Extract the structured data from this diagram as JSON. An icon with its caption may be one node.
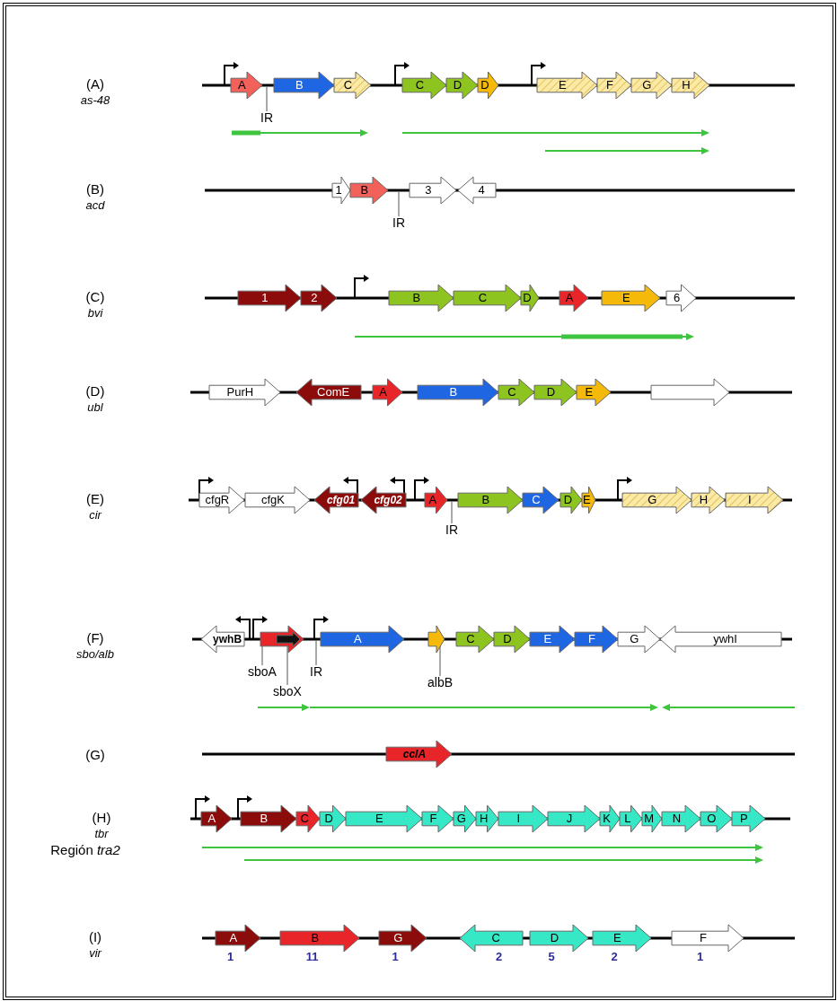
{
  "diagram": {
    "nodes": [
      {
        "text": [
          "A"
        ]
      },
      {
        "text": [
          "B"
        ]
      },
      {
        "text": [
          "C"
        ]
      },
      {
        "text": [
          "C"
        ]
      },
      {
        "text": [
          "D"
        ]
      },
      {
        "text": [
          "D"
        ]
      },
      {
        "text": [
          "E"
        ]
      },
      {
        "text": [
          "F"
        ]
      },
      {
        "text": [
          "G"
        ]
      },
      {
        "text": [
          "H"
        ]
      },
      {
        "text": [
          "IR"
        ]
      },
      {
        "text": [
          "1"
        ]
      },
      {
        "text": [
          "B"
        ]
      },
      {
        "text": [
          "3"
        ]
      },
      {
        "text": [
          "4"
        ]
      },
      {
        "text": [
          "IR"
        ]
      },
      {
        "text": [
          "1"
        ]
      },
      {
        "text": [
          "2"
        ]
      },
      {
        "text": [
          "B"
        ]
      },
      {
        "text": [
          "C"
        ]
      },
      {
        "text": [
          "D"
        ]
      },
      {
        "text": [
          "A"
        ]
      },
      {
        "text": [
          "E"
        ]
      },
      {
        "text": [
          "6"
        ]
      },
      {
        "text": [
          "PurH"
        ]
      },
      {
        "text": [
          "ComE"
        ]
      },
      {
        "text": [
          "A"
        ]
      },
      {
        "text": [
          "B"
        ]
      },
      {
        "text": [
          "C"
        ]
      },
      {
        "text": [
          "D"
        ]
      },
      {
        "text": [
          "E"
        ]
      },
      {
        "text": [],
        "shape": "arrow"
      },
      {
        "text": [
          "cfgR"
        ]
      },
      {
        "text": [
          "cfgK"
        ]
      },
      {
        "text": [
          "cfg01"
        ]
      },
      {
        "text": [
          "cfg02"
        ]
      },
      {
        "text": [
          "A"
        ]
      },
      {
        "text": [
          "B"
        ]
      },
      {
        "text": [
          "C"
        ]
      },
      {
        "text": [
          "D"
        ]
      },
      {
        "text": [
          "E"
        ]
      },
      {
        "text": [
          "G"
        ]
      },
      {
        "text": [
          "H"
        ]
      },
      {
        "text": [
          "I"
        ]
      },
      {
        "text": [
          "IR"
        ]
      },
      {
        "text": [
          "ywhB"
        ]
      },
      {
        "text": [],
        "shape": "arrow"
      },
      {
        "text": [],
        "shape": "arrow",
        "in": 46
      },
      {
        "text": [
          "A"
        ]
      },
      {
        "text": [],
        "shape": "arrow"
      },
      {
        "text": [
          "C"
        ]
      },
      {
        "text": [
          "D"
        ]
      },
      {
        "text": [
          "E"
        ]
      },
      {
        "text": [
          "F"
        ]
      },
      {
        "text": [
          "G"
        ]
      },
      {
        "text": [
          "ywhI"
        ]
      },
      {
        "text": [
          "sboA"
        ]
      },
      {
        "text": [
          "sboX"
        ]
      },
      {
        "text": [
          "IR"
        ]
      },
      {
        "text": [
          "albB"
        ]
      },
      {
        "text": [
          "cclA"
        ]
      },
      {
        "text": [
          "A"
        ]
      },
      {
        "text": [
          "B"
        ]
      },
      {
        "text": [
          "C"
        ]
      },
      {
        "text": [
          "D"
        ]
      },
      {
        "text": [
          "E"
        ]
      },
      {
        "text": [
          "F"
        ]
      },
      {
        "text": [
          "G"
        ]
      },
      {
        "text": [
          "H"
        ]
      },
      {
        "text": [
          "I"
        ]
      },
      {
        "text": [
          "J"
        ]
      },
      {
        "text": [
          "K"
        ]
      },
      {
        "text": [
          "L"
        ]
      },
      {
        "text": [
          "M"
        ]
      },
      {
        "text": [
          "N"
        ]
      },
      {
        "text": [
          "O"
        ]
      },
      {
        "text": [
          "P"
        ]
      },
      {
        "text": [
          "A"
        ],
        "beside": [
          "1"
        ]
      },
      {
        "text": [
          "B"
        ],
        "beside": [
          "11"
        ]
      },
      {
        "text": [
          "G"
        ],
        "beside": [
          "1"
        ]
      },
      {
        "text": [
          "C"
        ],
        "beside": [
          "2"
        ]
      },
      {
        "text": [
          "D"
        ],
        "beside": [
          "5"
        ]
      },
      {
        "text": [
          "E"
        ],
        "beside": [
          "2"
        ]
      },
      {
        "text": [
          "F"
        ],
        "beside": [
          "1"
        ]
      }
    ],
    "edges": [
      {
        "from": 10,
        "to": 0,
        "arrow": "none"
      },
      {
        "from": 15,
        "to": 12,
        "arrow": "none"
      },
      {
        "from": 44,
        "to": 36,
        "arrow": "none"
      },
      {
        "from": 56,
        "to": 46,
        "arrow": "none"
      },
      {
        "from": 57,
        "to": 47,
        "arrow": "none"
      },
      {
        "from": 58,
        "to": 48,
        "arrow": "none"
      },
      {
        "from": 59,
        "to": 49,
        "arrow": "none"
      }
    ],
    "labels": [
      "(A)",
      "as-48",
      "(B)",
      "acd",
      "(C)",
      "bvi",
      "(D)",
      "ubl",
      "(E)",
      "cir",
      "(F)",
      "sbo/alb",
      "(G)",
      "(H)",
      "tbr",
      "Región *tra2*",
      "(I)",
      "vir"
    ]
  }
}
